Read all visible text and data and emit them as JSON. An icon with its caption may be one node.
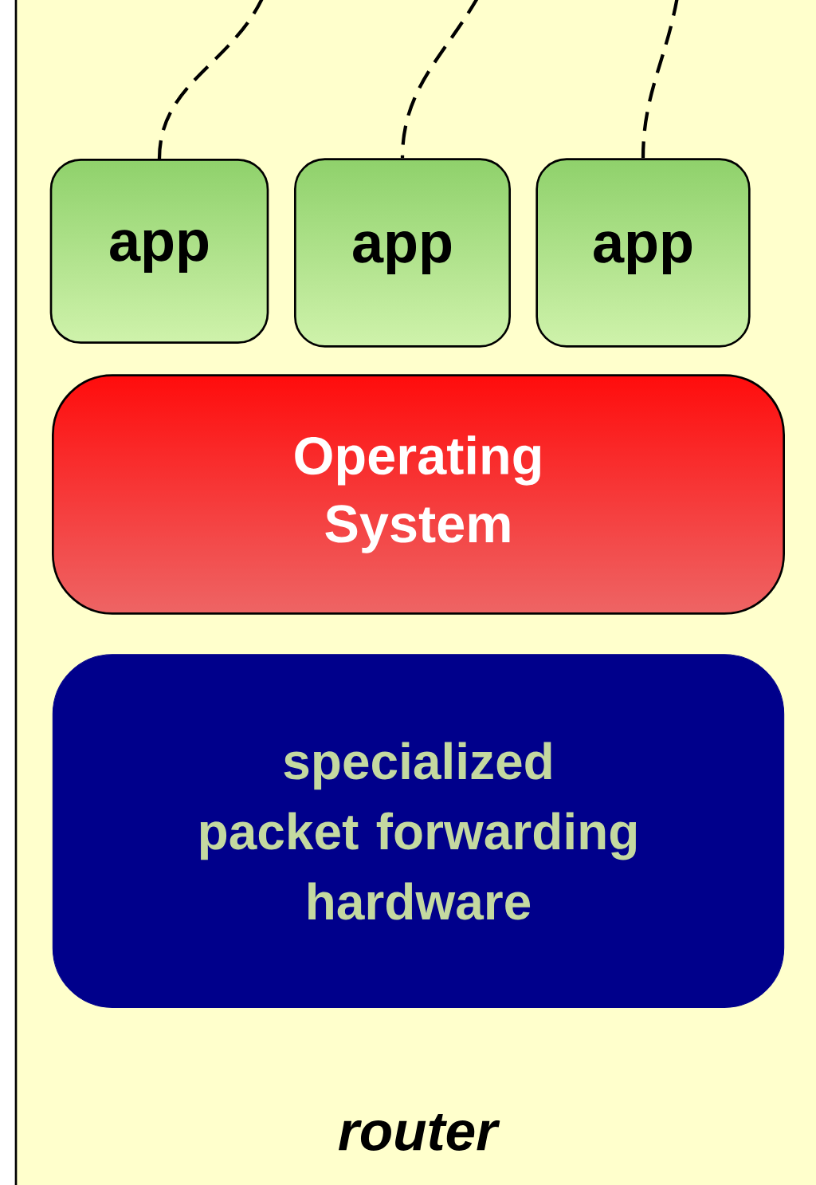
{
  "diagram": {
    "nodes": [
      {
        "text": [
          "router"
        ]
      },
      {
        "text": [
          "app"
        ],
        "in": 0
      },
      {
        "text": [
          "app"
        ],
        "in": 0
      },
      {
        "text": [
          "app"
        ],
        "in": 0
      },
      {
        "text": [
          "Operating System"
        ],
        "in": 0
      },
      {
        "text": [
          "specialized packet forwarding hardware"
        ],
        "in": 0
      }
    ],
    "edges": [
      {
        "from": null,
        "to": 1,
        "arrow": "none",
        "style": "dashed"
      },
      {
        "from": null,
        "to": 2,
        "arrow": "none",
        "style": "dashed"
      },
      {
        "from": null,
        "to": 3,
        "arrow": "none",
        "style": "dashed"
      }
    ]
  }
}
